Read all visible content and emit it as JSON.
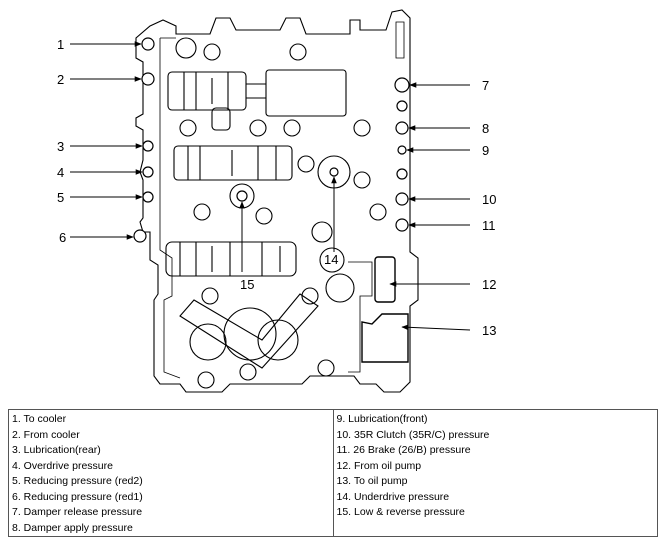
{
  "callouts": [
    "1",
    "2",
    "3",
    "4",
    "5",
    "6",
    "7",
    "8",
    "9",
    "10",
    "11",
    "12",
    "13",
    "14",
    "15"
  ],
  "legend": {
    "left": [
      "1. To cooler",
      "2. From cooler",
      "3. Lubrication(rear)",
      "4. Overdrive pressure",
      "5. Reducing pressure (red2)",
      "6. Reducing pressure (red1)",
      "7. Damper release pressure",
      "8. Damper apply pressure"
    ],
    "right": [
      "9. Lubrication(front)",
      "10. 35R Clutch (35R/C) pressure",
      "11. 26 Brake (26/B) pressure",
      "12. From oil pump",
      "13. To oil pump",
      "14. Underdrive pressure",
      "15. Low & reverse pressure"
    ]
  }
}
